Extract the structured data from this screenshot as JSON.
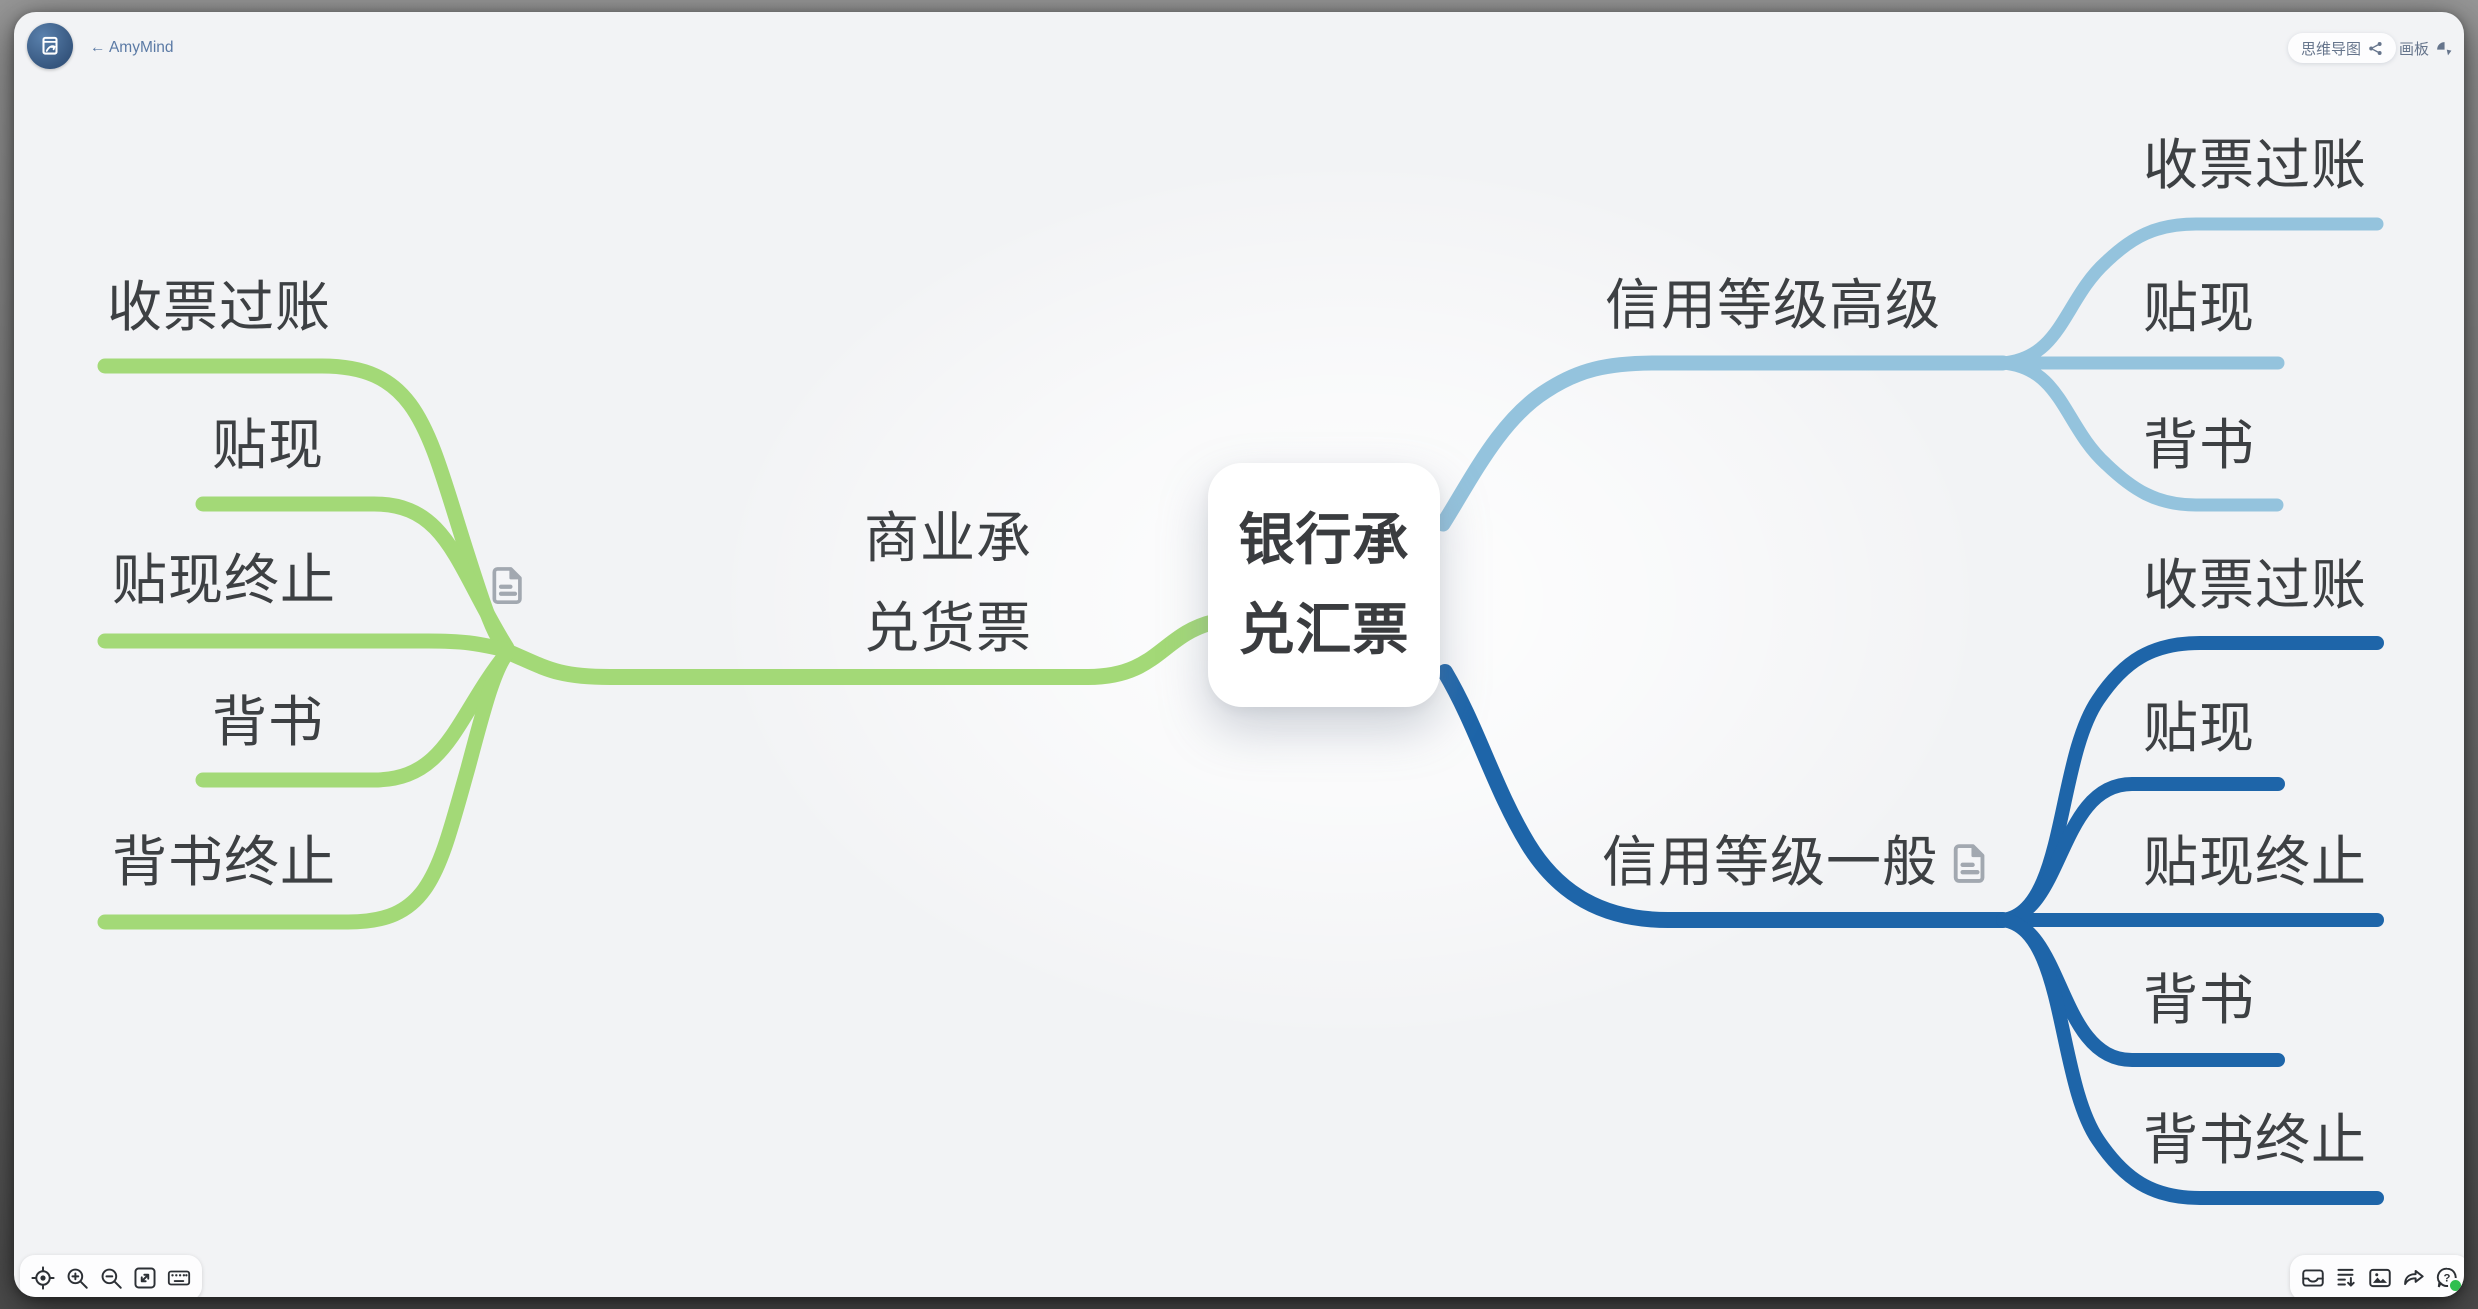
{
  "app": {
    "back_label": "← AmyMind",
    "mode_mindmap_label": "思维导图",
    "mode_board_label": "画板"
  },
  "colors": {
    "green_branch": "#a3d977",
    "lightblue_branch": "#94c3dd",
    "darkblue_branch": "#1e65a9",
    "canvas_bg": "#f2f3f5",
    "text": "#3d4043",
    "help_badge": "#2fbf4f"
  },
  "mindmap": {
    "root": {
      "label": "银行承兑汇票",
      "lines": [
        "银行承",
        "兑汇票"
      ]
    },
    "left": {
      "label": "商业承兑货票",
      "lines": [
        "商业承",
        "兑货票"
      ],
      "has_note_icon": true,
      "children": [
        "收票过账",
        "贴现",
        "贴现终止",
        "背书",
        "背书终止"
      ]
    },
    "right_top": {
      "label": "信用等级高级",
      "has_note_icon": false,
      "children": [
        "收票过账",
        "贴现",
        "背书"
      ]
    },
    "right_bottom": {
      "label": "信用等级一般",
      "has_note_icon": true,
      "children": [
        "收票过账",
        "贴现",
        "贴现终止",
        "背书",
        "背书终止"
      ]
    }
  },
  "toolbars": {
    "view_icons": [
      "locate",
      "zoom-in",
      "zoom-out",
      "fit-screen",
      "keyboard-shortcuts"
    ],
    "action_icons": [
      "inbox",
      "export-notes",
      "insert-image",
      "share",
      "help"
    ]
  }
}
